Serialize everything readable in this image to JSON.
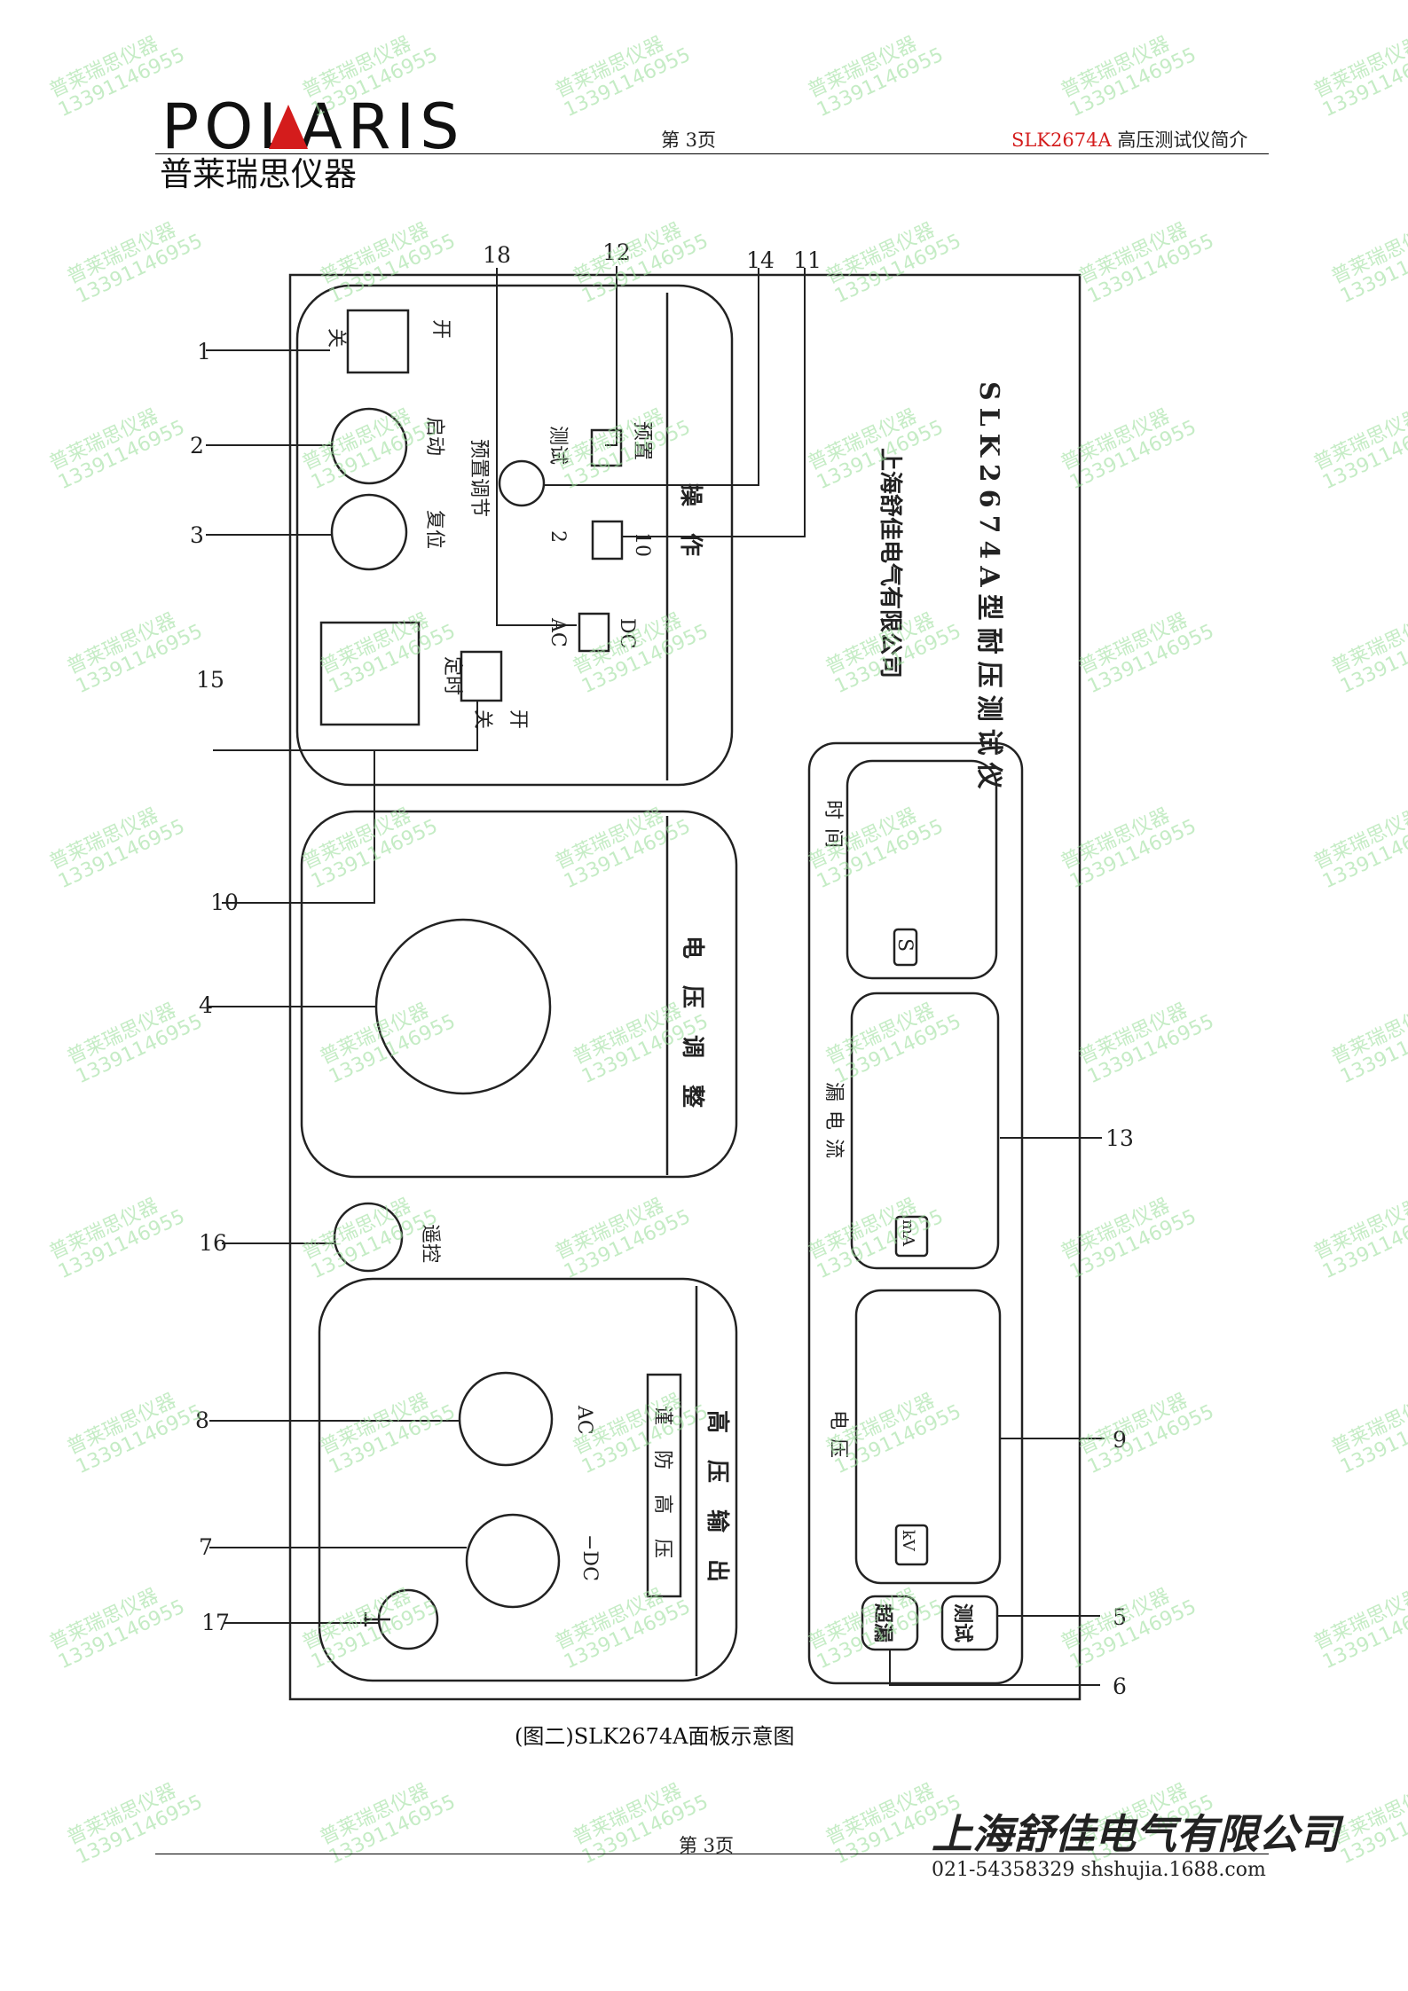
{
  "header": {
    "logo": "POLARIS",
    "logo_sub": "普莱瑞思仪器",
    "page": "第 3页",
    "title_model": "SLK2674A",
    "title_text": " 高压测试仪简介"
  },
  "panel": {
    "vertical_title": "SLK2674A型耐压测试仪",
    "company": "上海舒佳电气有限公司",
    "section_operation": "操作",
    "section_voltage_adjust": "电压调整",
    "section_hv_output": "高压输出",
    "hv_warning": "谨防高压",
    "power_on": "开",
    "power_off": "关",
    "start": "启动",
    "reset": "复位",
    "preset_adjust": "预置调节",
    "preset": "预置",
    "test": "测试",
    "range_10": "10",
    "range_2": "2",
    "dc": "DC",
    "ac": "AC",
    "timer": "定时",
    "timer_on": "开",
    "timer_off": "关",
    "remote": "遥控",
    "out_ac": "AC",
    "out_dc": "−DC",
    "display_time": "时间",
    "display_leak": "漏电流",
    "display_voltage": "电压",
    "unit_s": "S",
    "unit_ma": "mA",
    "unit_kv": "kV",
    "ind_test": "测试",
    "ind_over": "超漏",
    "callouts": [
      "1",
      "2",
      "3",
      "4",
      "7",
      "8",
      "10",
      "15",
      "16",
      "17",
      "18",
      "12",
      "14",
      "11",
      "13",
      "9",
      "5",
      "6"
    ]
  },
  "caption": "(图二)SLK2674A面板示意图",
  "footer": {
    "page": "第 3页",
    "company_sig": "上海舒佳电气有限公司",
    "contact": "021-54358329 shshujia.1688.com"
  },
  "watermark": {
    "line1": "普莱瑞思仪器",
    "line2": "13391146955"
  }
}
